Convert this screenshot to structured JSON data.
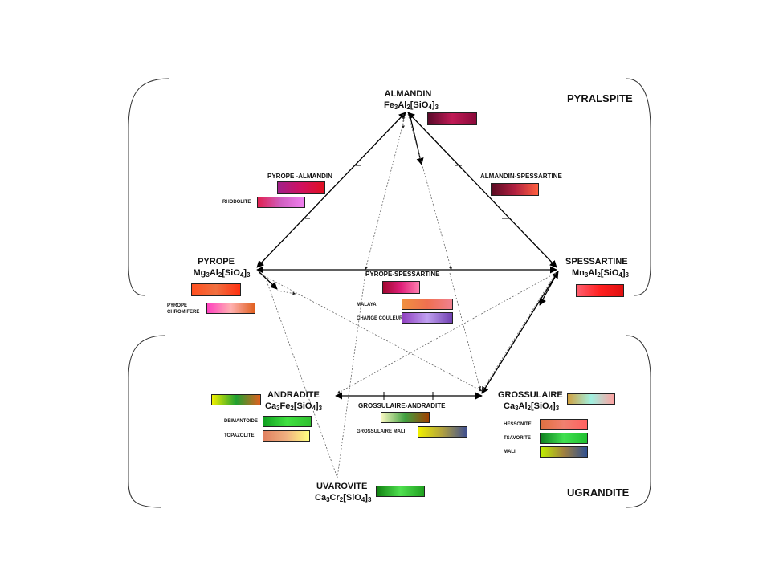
{
  "groups": {
    "pyralspite": "PYRALSPITE",
    "ugrandite": "UGRANDITE"
  },
  "nodes": {
    "almandin": {
      "name": "ALMANDIN",
      "f": [
        "Fe",
        "3",
        "Al",
        "2",
        "[SiO",
        "4",
        "]",
        "3"
      ]
    },
    "pyrope": {
      "name": "PYROPE",
      "f": [
        "Mg",
        "3",
        "Al",
        "2",
        "[SiO",
        "4",
        "]",
        "3"
      ]
    },
    "spessartine": {
      "name": "SPESSARTINE",
      "f": [
        "Mn",
        "3",
        "Al",
        "2",
        "[SiO",
        "4",
        "]",
        "3"
      ]
    },
    "andradite": {
      "name": "ANDRADITE",
      "f": [
        "Ca",
        "3",
        "Fe",
        "2",
        "[SiO",
        "4",
        "]",
        "3"
      ]
    },
    "grossulaire": {
      "name": "GROSSULAIRE",
      "f": [
        "Ca",
        "3",
        "Al",
        "2",
        "[SiO",
        "4",
        "]",
        "3"
      ]
    },
    "uvarovite": {
      "name": "UVAROVITE",
      "f": [
        "Ca",
        "3",
        "Cr",
        "2",
        "[SiO",
        "4",
        "]",
        "3"
      ]
    }
  },
  "series": {
    "pyrope_almandin": "PYROPE -ALMANDIN",
    "almandin_spessartine": "ALMANDIN-SPESSARTINE",
    "pyrope_spessartine": "PYROPE-SPESSARTINE",
    "grossulaire_andradite": "GROSSULAIRE-ANDRADITE"
  },
  "varieties": {
    "rhodolite": "RHODOLITE",
    "pyrope_chromifere_1": "PYROPE",
    "pyrope_chromifere_2": "CHROMIFERE",
    "malaya": "MALAYA",
    "change_couleur": "CHANGE COULEUR",
    "demantoide": "DEIMANTOIDE",
    "topazolite": "TOPAZOLITE",
    "grossulaire_mali": "GROSSULAIRE MALI",
    "hessonite": "HESSONITE",
    "tsavorite": "TSAVORITE",
    "mali": "MALI"
  },
  "colors": {
    "almandin": [
      "#5a0a2a",
      "#c01a55",
      "#8a0a3a"
    ],
    "pyrope_almandin": [
      "#a0208a",
      "#d01060",
      "#e01020"
    ],
    "almandin_spessartine": [
      "#5a0a22",
      "#b02040",
      "#ff6040"
    ],
    "rhodolite": [
      "#e02050",
      "#d060c0",
      "#f080f0"
    ],
    "pyrope": [
      "#ff5020",
      "#f07040",
      "#ff3010"
    ],
    "pyrope_chromifere": [
      "#ff40c0",
      "#ffb0b0",
      "#e06020"
    ],
    "pyrope_spessartine": [
      "#a00830",
      "#e0207a",
      "#ff80b0"
    ],
    "malaya": [
      "#f09040",
      "#f07050",
      "#f08090"
    ],
    "change_couleur": [
      "#9040c0",
      "#c0a0f0",
      "#7040b0"
    ],
    "spessartine": [
      "#ff6070",
      "#ff2020",
      "#e01010"
    ],
    "andradite": [
      "#f0f000",
      "#20a030",
      "#e06020"
    ],
    "demantoide": [
      "#10a020",
      "#40e040",
      "#30c030"
    ],
    "topazolite": [
      "#e08060",
      "#f0b080",
      "#ffff80"
    ],
    "grossulaire_andradite": [
      "#f8f8c0",
      "#40a040",
      "#a04000"
    ],
    "grossulaire_mali": [
      "#f0f000",
      "#b0a040",
      "#405090"
    ],
    "grossulaire": [
      "#d0a040",
      "#a0f0e0",
      "#ffa0a0"
    ],
    "hessonite": [
      "#e07040",
      "#f08070",
      "#ff6060"
    ],
    "tsavorite": [
      "#108020",
      "#40e050",
      "#20c030"
    ],
    "mali": [
      "#c0f000",
      "#a08040",
      "#305090"
    ],
    "uvarovite": [
      "#108010",
      "#50e050",
      "#20a020"
    ]
  }
}
